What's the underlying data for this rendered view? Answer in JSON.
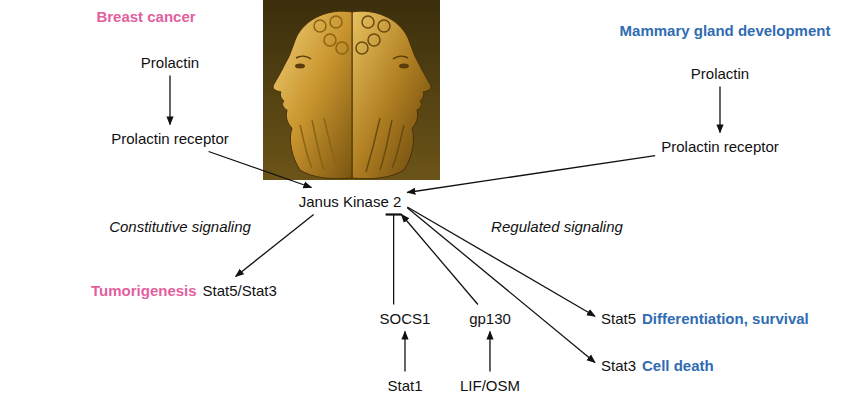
{
  "diagram": {
    "nodes": [
      {
        "text": [
          "Prolactin"
        ]
      },
      {
        "text": [
          "Prolactin receptor"
        ]
      },
      {
        "text": [
          "Prolactin"
        ]
      },
      {
        "text": [
          "Prolactin receptor"
        ]
      },
      {
        "text": [
          "Janus Kinase 2"
        ]
      },
      {
        "text": [
          "Tumorigenesis",
          "Stat5/Stat3"
        ]
      },
      {
        "text": [
          "SOCS1"
        ]
      },
      {
        "text": [
          "gp130"
        ]
      },
      {
        "text": [
          "Stat5",
          "Differentiation, survival"
        ]
      },
      {
        "text": [
          "Stat3",
          "Cell death"
        ]
      },
      {
        "text": [
          "Stat1"
        ]
      },
      {
        "text": [
          "LIF/OSM"
        ]
      }
    ],
    "edges": [
      {
        "from": 0,
        "to": 1,
        "arrow": "to"
      },
      {
        "from": 2,
        "to": 3,
        "arrow": "to"
      },
      {
        "from": 1,
        "to": 4,
        "arrow": "to"
      },
      {
        "from": 3,
        "to": 4,
        "arrow": "to"
      },
      {
        "from": 4,
        "to": 5,
        "arrow": "to"
      },
      {
        "from": 6,
        "to": 4,
        "arrow": "to"
      },
      {
        "from": 10,
        "to": 6,
        "arrow": "to"
      },
      {
        "from": 7,
        "to": 4,
        "arrow": "to"
      },
      {
        "from": 11,
        "to": 7,
        "arrow": "to"
      },
      {
        "from": 4,
        "to": 8,
        "arrow": "to"
      },
      {
        "from": 4,
        "to": 9,
        "arrow": "to"
      }
    ],
    "labels": [
      "Breast cancer",
      "Mammary gland development",
      "Constitutive signaling",
      "Regulated signaling"
    ]
  }
}
